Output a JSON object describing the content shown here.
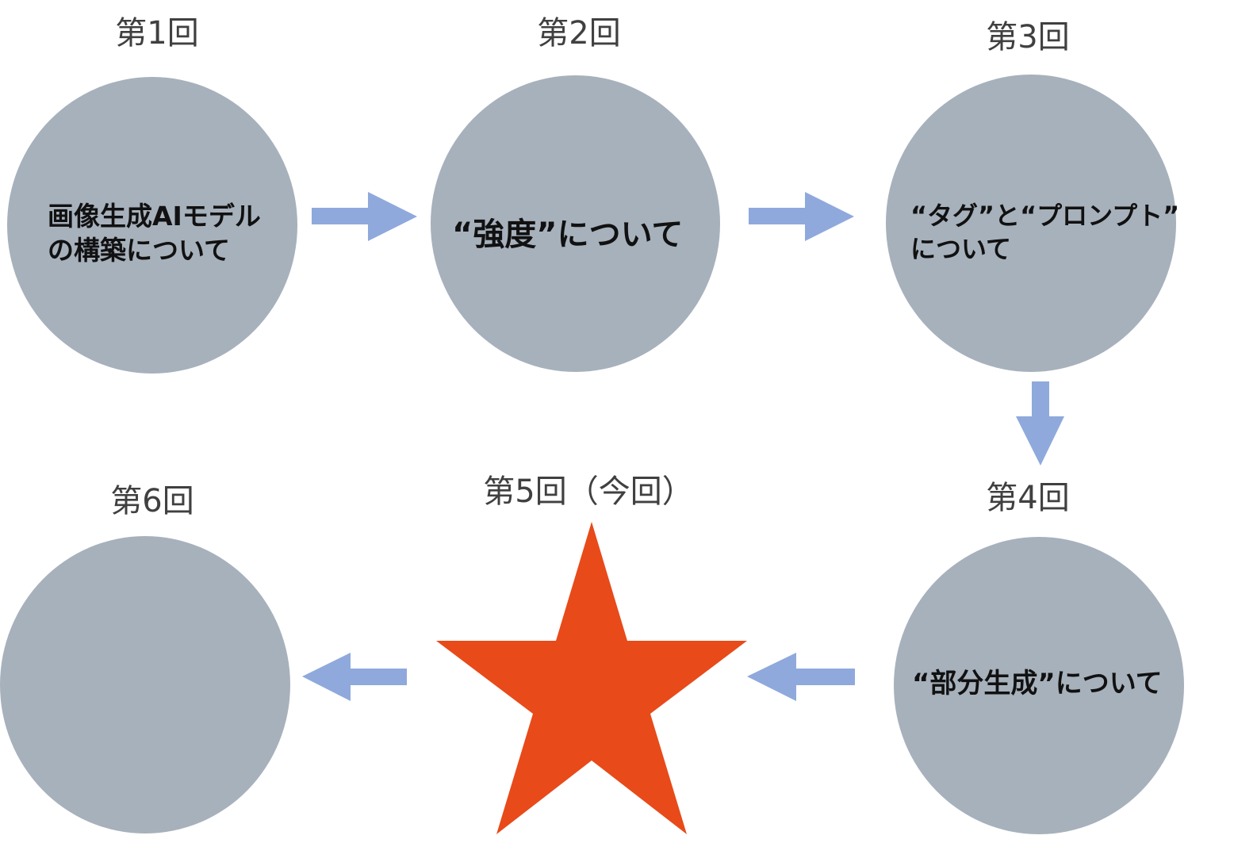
{
  "sessions": [
    {
      "label": "第1回",
      "text_lines": [
        "画像生成AIモデル",
        "の構築について"
      ]
    },
    {
      "label": "第2回",
      "text_lines": [
        "“強度”について"
      ]
    },
    {
      "label": "第3回",
      "text_lines": [
        "“タグ”と“プロンプト”",
        "について"
      ]
    },
    {
      "label": "第4回",
      "text_lines": [
        "“部分生成”について"
      ]
    },
    {
      "label": "第5回（今回）",
      "text_lines": []
    },
    {
      "label": "第6回",
      "text_lines": []
    }
  ],
  "colors": {
    "node_fill": "#a7b1bc",
    "arrow": "#8fa9dc",
    "current_star": "#e84a1a",
    "label_text": "#404040",
    "node_text": "#111111"
  },
  "flow": [
    "right",
    "right",
    "down",
    "left",
    "left"
  ],
  "current_marker_icon": "star-icon"
}
